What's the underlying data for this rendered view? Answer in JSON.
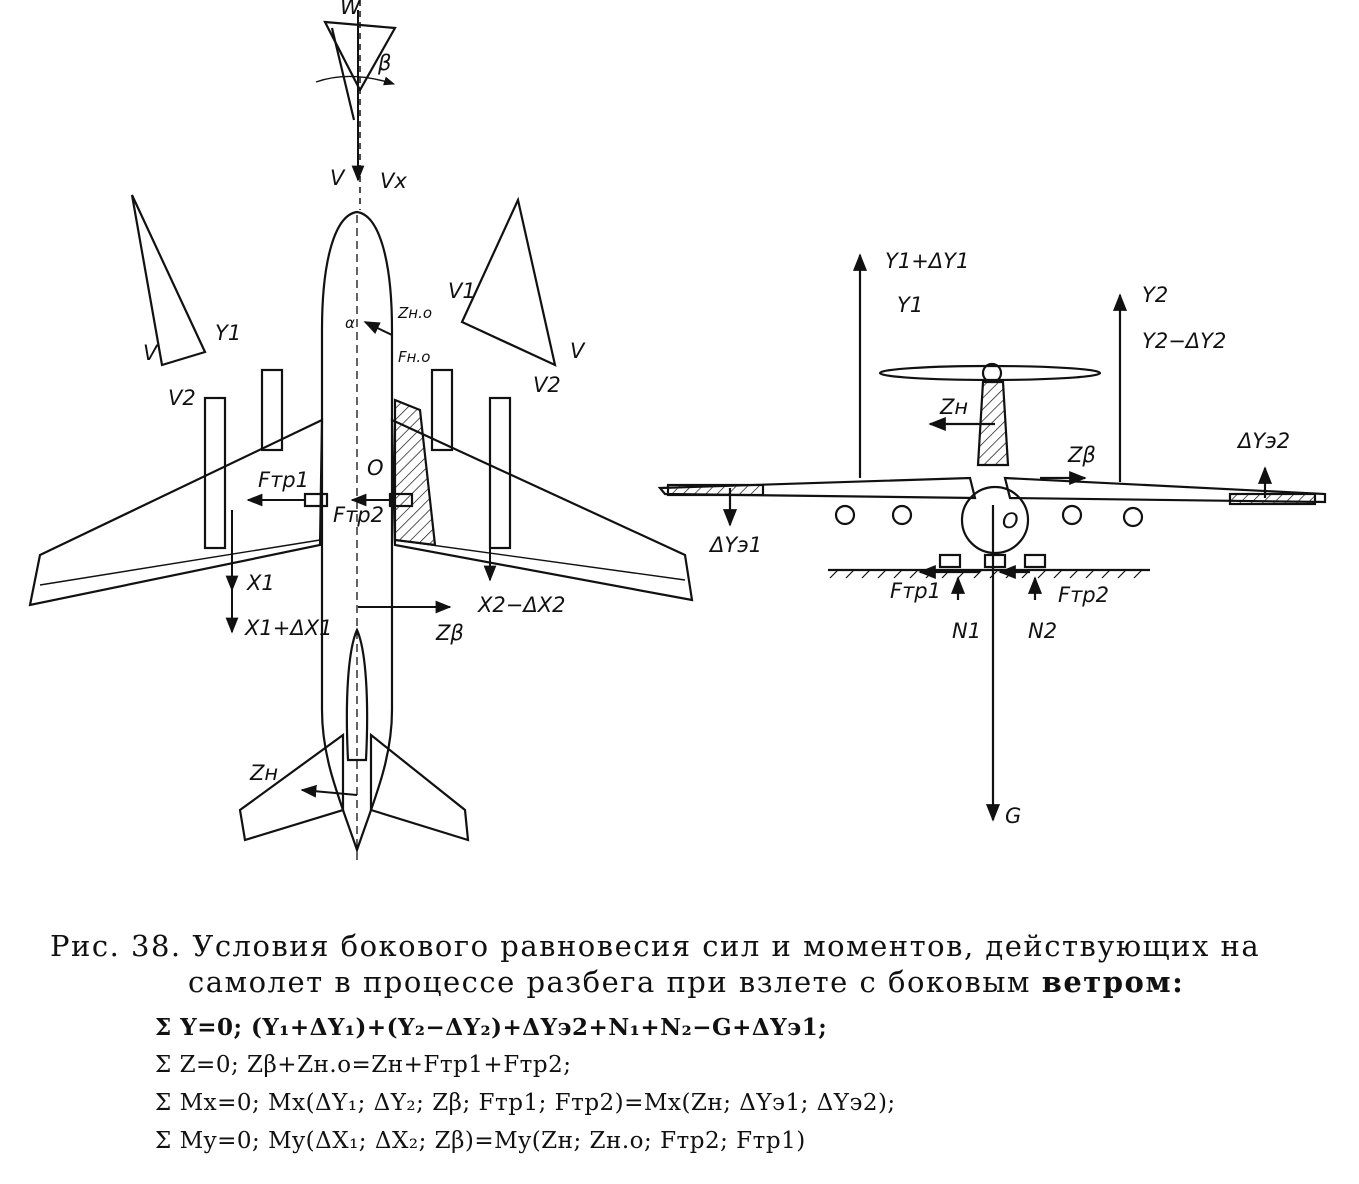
{
  "top_view_labels": {
    "w": "W",
    "beta": "β",
    "v_left": "V",
    "v_x": "Vx",
    "v_tri_left": "V",
    "y1_tri_left": "Y1",
    "v2_tri_left": "V2",
    "v1_tri_right": "V1",
    "v_tri_right": "V",
    "v2_tri_right": "V2",
    "z_no": "Zн.о",
    "f_no": "Fн.о",
    "alpha": "α",
    "o_center": "O",
    "f_tr1": "Fтр1",
    "f_tr2": "Fтр2",
    "x1": "X1",
    "x1_dx1": "X1+ΔX1",
    "x2_dx2": "X2−ΔX2",
    "z_beta": "Zβ",
    "z_n": "Zн"
  },
  "front_view_labels": {
    "y1_dy1": "Y1+ΔY1",
    "y1": "Y1",
    "y2": "Y2",
    "y2_dy2": "Y2−ΔY2",
    "z_n": "Zн",
    "z_beta": "Zβ",
    "dy_e2": "ΔYэ2",
    "dy_e1": "ΔYэ1",
    "o": "O",
    "f_tr1": "Fтр1",
    "f_tr2": "Fтр2",
    "n1": "N1",
    "n2": "N2",
    "g": "G"
  },
  "caption": {
    "line1": "Рис. 38. Условия бокового равновесия сил и моментов, действующих на",
    "line2_a": "самолет в процессе разбега при взлете с боковым ",
    "line2_b": "ветром:"
  },
  "equations": {
    "eq1": "Σ Y=0; (Y₁+ΔY₁)+(Y₂−ΔY₂)+ΔYэ2+N₁+N₂−G+ΔYэ1;",
    "eq2": "Σ Z=0; Zβ+Zн.о=Zн+Fтр1+Fтр2;",
    "eq3": "Σ Mx=0; Mx(ΔY₁; ΔY₂; Zβ; Fтр1; Fтр2)=Mx(Zн; ΔYэ1; ΔYэ2);",
    "eq4": "Σ My=0; My(ΔX₁; ΔX₂; Zβ)=My(Zн; Zн.о; Fтр2; Fтр1)"
  }
}
